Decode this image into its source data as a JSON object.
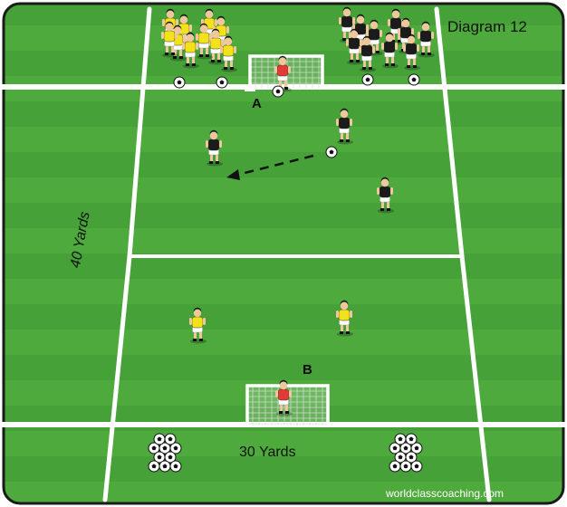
{
  "diagram": {
    "title": "Diagram 12",
    "goal_a_label": "A",
    "goal_b_label": "B",
    "width_label": "30 Yards",
    "length_label": "40 Yards",
    "credit": "worldclasscoaching.com"
  },
  "colors": {
    "grass_dark": "#3f9a35",
    "grass_light": "#5cb544",
    "lines": "#ffffff",
    "team_yellow": "#f2e21a",
    "team_black": "#1b1b1b",
    "goalkeeper": "#e23a34",
    "shorts": "#ffffff",
    "skin": "#f0c79d"
  },
  "icons": [
    "soccer-ball-icon",
    "goal-icon",
    "pass-arrow-icon"
  ]
}
